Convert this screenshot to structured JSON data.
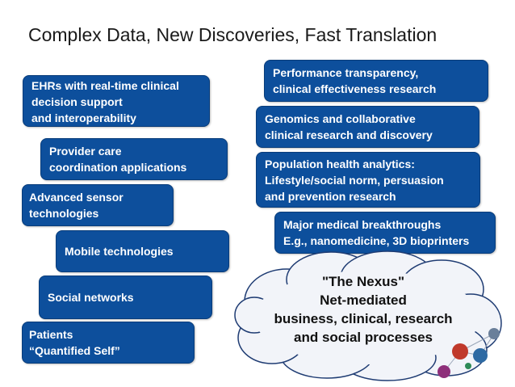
{
  "title": "Complex Data, New Discoveries, Fast Translation",
  "left_boxes": [
    {
      "lines": [
        "EHRs with real-time clinical",
        "decision support",
        "and interoperability"
      ]
    },
    {
      "lines": [
        "Provider care",
        "coordination applications"
      ]
    },
    {
      "lines": [
        "Advanced sensor",
        "technologies"
      ]
    },
    {
      "lines": [
        "Mobile technologies"
      ]
    },
    {
      "lines": [
        "Social networks"
      ]
    },
    {
      "lines": [
        "Patients",
        "“Quantified Self”"
      ]
    }
  ],
  "right_boxes": [
    {
      "lines": [
        "Performance transparency,",
        "clinical effectiveness research"
      ]
    },
    {
      "lines": [
        "Genomics and collaborative",
        "clinical research and discovery"
      ]
    },
    {
      "lines": [
        "Population health analytics:",
        "Lifestyle/social norm, persuasion",
        "and prevention research"
      ]
    },
    {
      "lines": [
        "Major medical breakthroughs",
        "E.g., nanomedicine, 3D bioprinters"
      ]
    }
  ],
  "nexus": {
    "lines": [
      "\"The Nexus\"",
      "Net-mediated",
      "business, clinical, research",
      "and social processes"
    ]
  },
  "colors": {
    "box_fill": "#0d4f9c",
    "box_text": "#ffffff",
    "cloud_fill": "#f2f4f9",
    "cloud_stroke": "#1f3c73"
  }
}
